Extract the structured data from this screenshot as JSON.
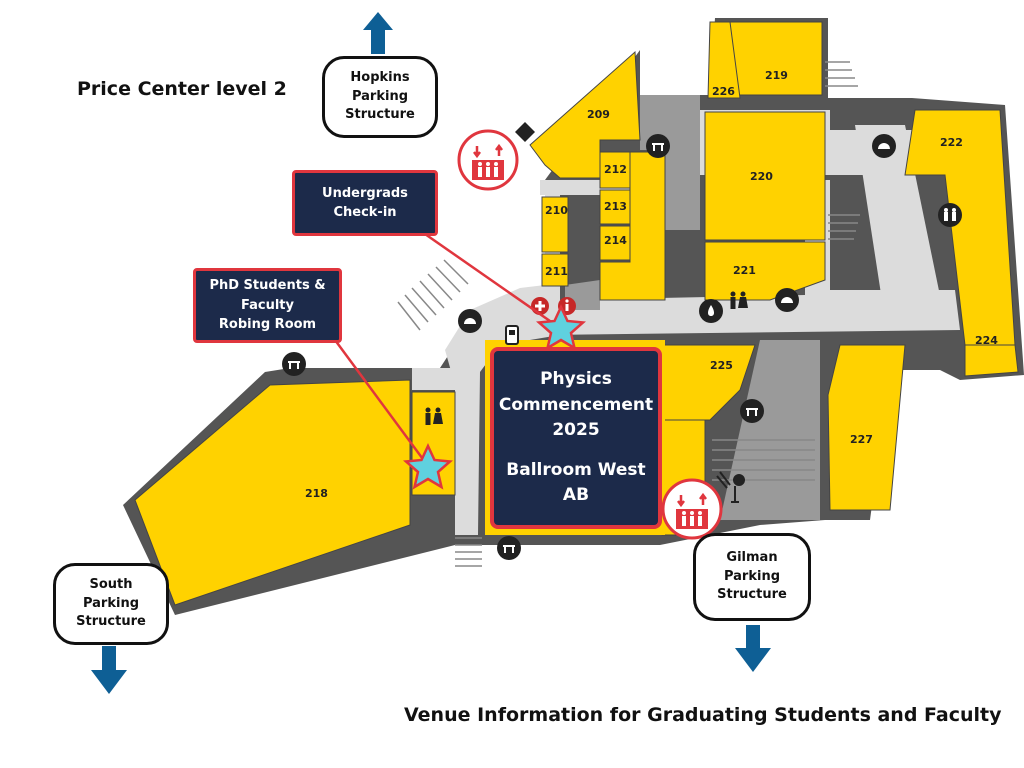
{
  "header": {
    "title": "Price Center level 2",
    "subtitle": "Venue Information for Graduating Students and Faculty"
  },
  "parking": {
    "hopkins": "Hopkins\nParking\nStructure",
    "south": "South\nParking\nStructure",
    "gilman": "Gilman\nParking\nStructure"
  },
  "callouts": {
    "undergrads": "Undergrads\nCheck-in",
    "phd": "PhD Students &\nFaculty\nRobing Room"
  },
  "venue": {
    "event": "Physics\nCommencement\n2025",
    "room": "Ballroom West\nAB"
  },
  "rooms": {
    "r209": "209",
    "r210": "210",
    "r211": "211",
    "r212": "212",
    "r213": "213",
    "r214": "214",
    "r218": "218",
    "r219": "219",
    "r220": "220",
    "r221": "221",
    "r222": "222",
    "r224": "224",
    "r225": "225",
    "r226": "226",
    "r227": "227"
  },
  "colors": {
    "room": "#ffd200",
    "corridor": "#dcdcdc",
    "wall": "#555555",
    "navy": "#1c2a4a",
    "callout_border": "#e0363e",
    "arrow": "#0e5f95",
    "star": "#5fd1df"
  },
  "icons": [
    "elevator-icon",
    "restroom-icon",
    "dining-icon",
    "water-fountain-icon",
    "food-service-icon",
    "atm-icon",
    "star-marker-icon",
    "arrow-icon"
  ]
}
